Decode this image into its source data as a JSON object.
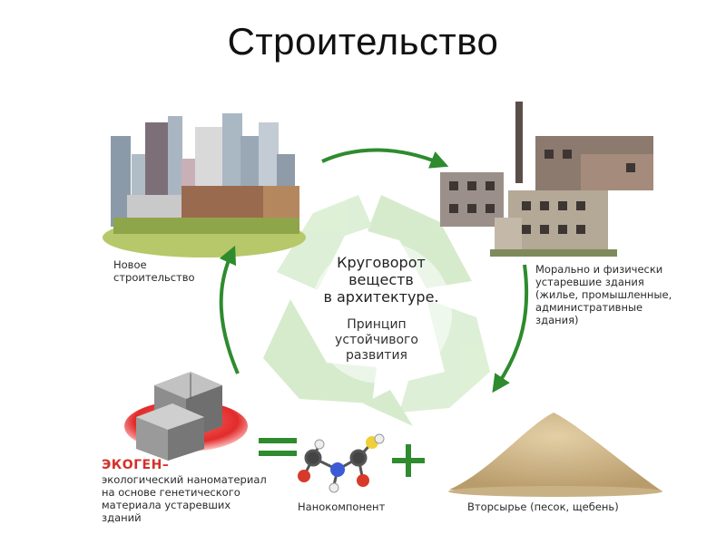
{
  "title": "Строительство",
  "center": {
    "heading_lines": [
      "Круговорот",
      "веществ",
      "в архитектуре."
    ],
    "sub_lines": [
      "Принцип",
      "устойчивого",
      "развития"
    ]
  },
  "labels": {
    "new_construction": [
      "Новое",
      "строительство"
    ],
    "old_buildings": [
      "Морально и физически",
      "устаревшие здания",
      "(жилье, промышленные,",
      "административные",
      "здания)"
    ],
    "ekogen_title": "ЭКОГЕН–",
    "ekogen_desc": [
      "экологический наноматериал",
      "на основе генетического",
      "материала устаревших",
      "зданий"
    ],
    "nanocomponent": "Нанокомпонент",
    "secondary_raw": "Вторсырье (песок, щебень)"
  },
  "symbols": {
    "equals": "=",
    "plus": "+"
  },
  "colors": {
    "arrow": "#2e8b2e",
    "recycle": "#cfe8c4",
    "ekogen": "#d4302a"
  }
}
